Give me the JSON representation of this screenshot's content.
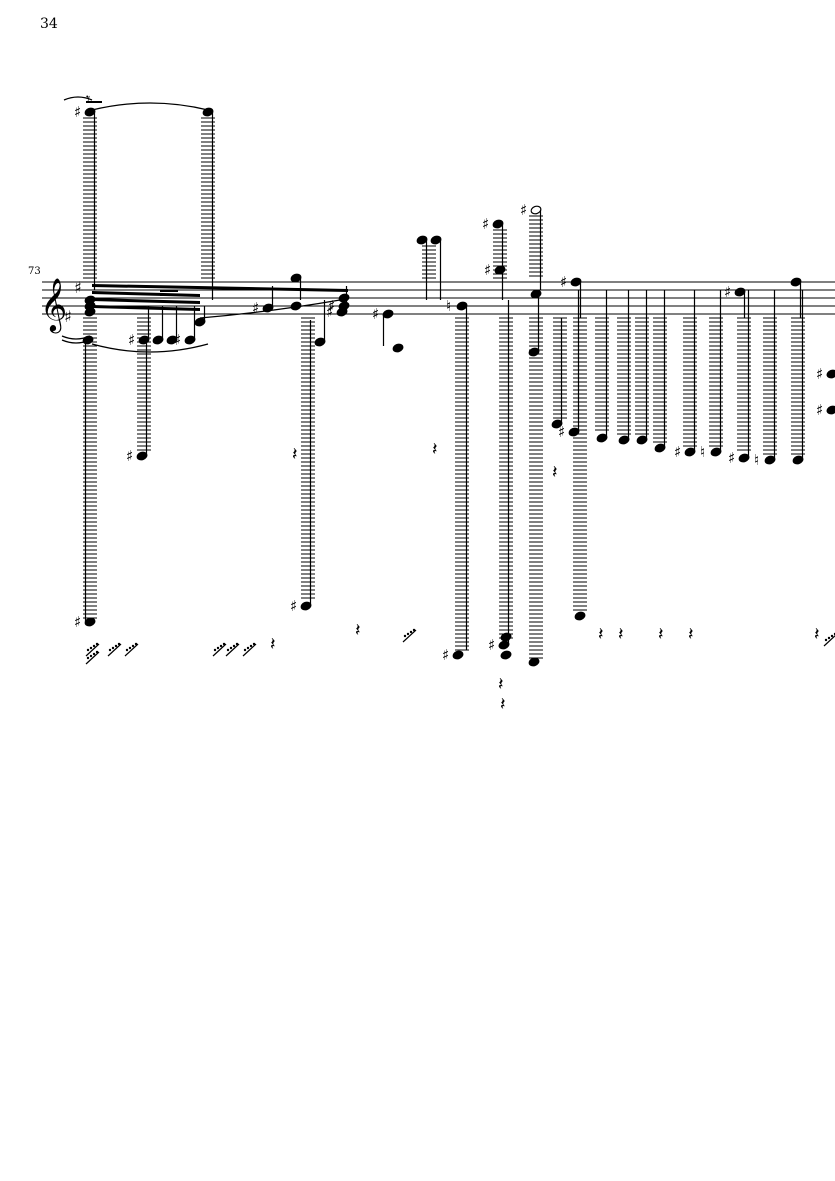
{
  "page": {
    "number": "34"
  },
  "system": {
    "measure_number": "73",
    "clef": "treble",
    "key_signature": "F# C# (2 sharps)"
  },
  "icons": [
    "treble-clef-icon",
    "sharp-icon",
    "natural-icon",
    "quarter-rest-icon",
    "eighth-rest-icon",
    "notehead-icon",
    "half-notehead-icon",
    "tie-icon",
    "beam-icon",
    "ledger-line-icon"
  ],
  "colors": {
    "ink": "#000000",
    "paper": "#ffffff"
  }
}
